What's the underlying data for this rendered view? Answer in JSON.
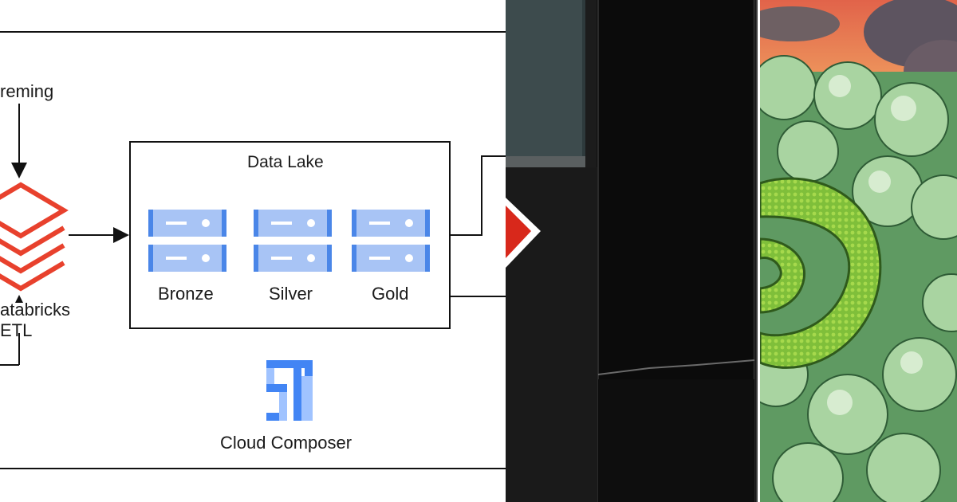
{
  "diagram": {
    "source_label": "reming",
    "etl_label_line1": "atabricks",
    "etl_label_line2": "ETL",
    "data_lake_title": "Data Lake",
    "tiers": [
      "Bronze",
      "Silver",
      "Gold"
    ],
    "orchestrator_label": "Cloud Composer"
  },
  "colors": {
    "databricks_red": "#E8412D",
    "server_blue": "#8FB4F0",
    "server_blue_dark": "#4A86E8",
    "composer_blue": "#4285F4",
    "composer_light": "#A0C3FF"
  },
  "icons": {
    "etl": "databricks-icon",
    "storage": "server-icon",
    "orchestrator": "cloud-composer-icon"
  }
}
